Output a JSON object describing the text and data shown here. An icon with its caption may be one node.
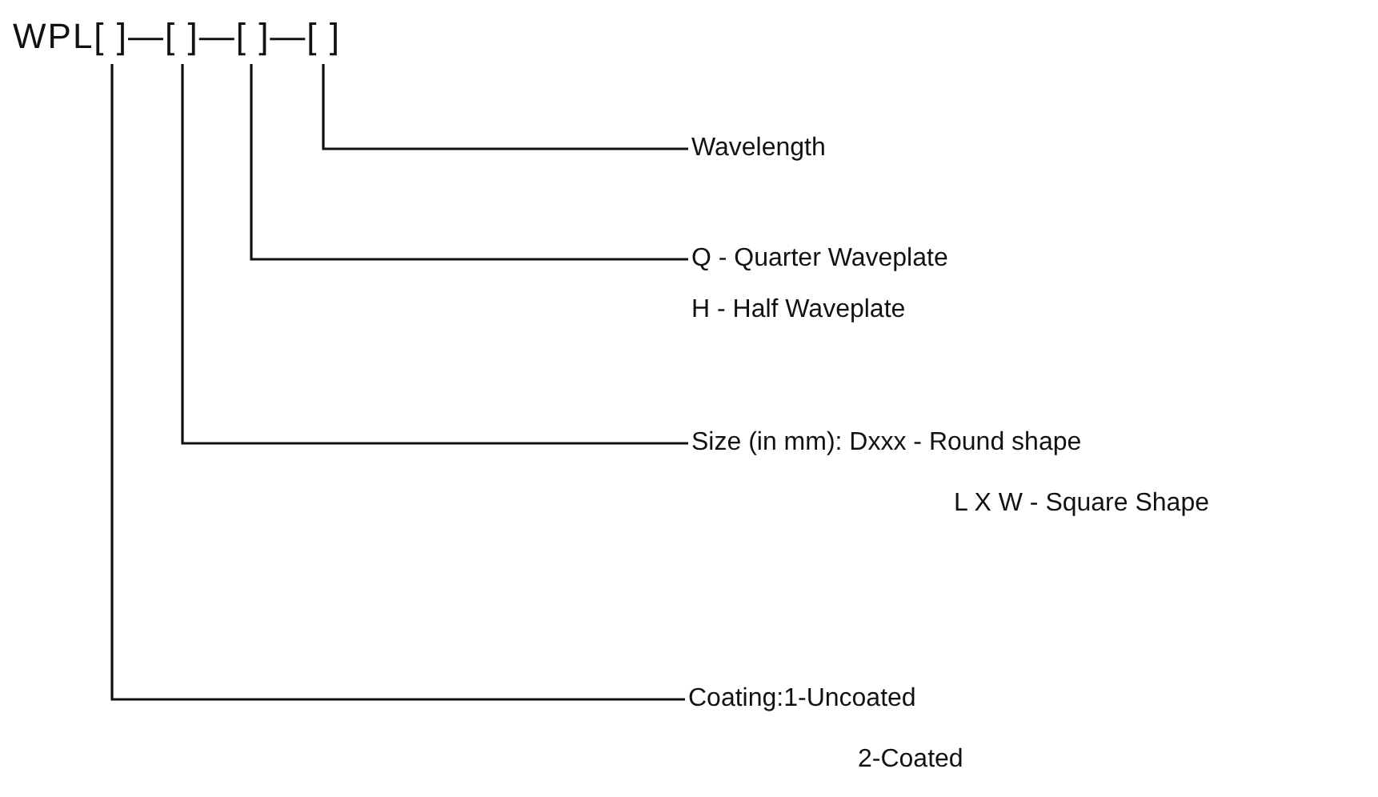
{
  "diagram": {
    "nodes": [
      {
        "text": [
          "WPL[ ]—[ ]—[ ]—[ ]"
        ]
      },
      {
        "text": [
          "Wavelength"
        ]
      },
      {
        "text": [
          "Q - Quarter Waveplate",
          "H - Half Waveplate"
        ]
      },
      {
        "text": [
          "Size (in mm): Dxxx - Round shape",
          "L X W - Square Shape"
        ]
      },
      {
        "text": [
          "Coating:1-Uncoated",
          "2-Coated"
        ]
      }
    ],
    "edges": [
      {
        "from": 0,
        "to": 1,
        "arrow": "none"
      },
      {
        "from": 0,
        "to": 2,
        "arrow": "none"
      },
      {
        "from": 0,
        "to": 3,
        "arrow": "none"
      },
      {
        "from": 0,
        "to": 4,
        "arrow": "none"
      }
    ]
  }
}
